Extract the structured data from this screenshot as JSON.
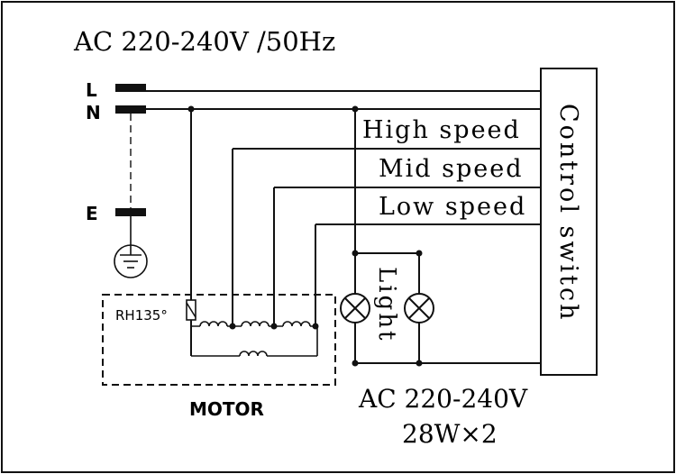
{
  "supply": {
    "voltage_label": "AC 220-240V /50Hz"
  },
  "terminals": {
    "line": "L",
    "neutral": "N",
    "earth": "E"
  },
  "speeds": {
    "high": "High speed",
    "mid": "Mid speed",
    "low": "Low speed"
  },
  "control_switch": {
    "label": "Control switch"
  },
  "lights": {
    "label": "Light",
    "voltage": "AC 220-240V",
    "power": "28W×2"
  },
  "motor": {
    "label": "MOTOR",
    "thermal_protector": "RH135°"
  },
  "colors": {
    "line": "#111111",
    "background": "#ffffff"
  }
}
